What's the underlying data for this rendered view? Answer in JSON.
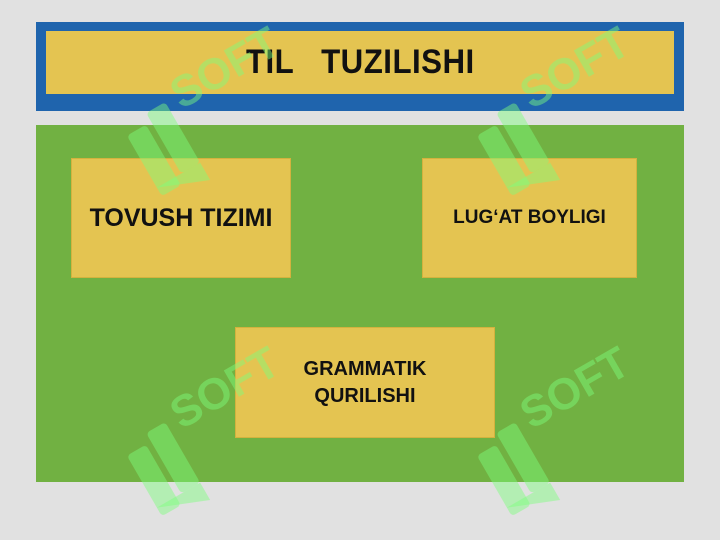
{
  "title": "TIL   TUZILISHI",
  "boxes": {
    "tovush": "TOVUSH TIZIMI",
    "lugat": "LUG‘AT  BOYLIGI",
    "grammatik": "GRAMMATIK\nQURILISHI"
  },
  "watermark": {
    "text": "SOFT",
    "color": "#7cff7c"
  },
  "colors": {
    "background": "#e1e1e1",
    "title_frame": "#1f64ad",
    "title_bar": "#e4c451",
    "panel": "#71b142",
    "box": "#e4c451",
    "text": "#111111"
  }
}
